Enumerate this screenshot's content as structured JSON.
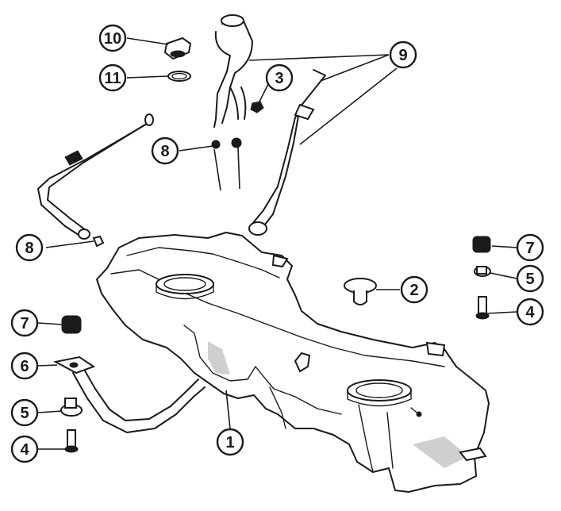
{
  "diagram": {
    "callouts": [
      {
        "id": "c10",
        "label": "10"
      },
      {
        "id": "c11",
        "label": "11"
      },
      {
        "id": "c9",
        "label": "9"
      },
      {
        "id": "c3",
        "label": "3"
      },
      {
        "id": "c8a",
        "label": "8"
      },
      {
        "id": "c8b",
        "label": "8"
      },
      {
        "id": "c7a",
        "label": "7"
      },
      {
        "id": "c5a",
        "label": "5"
      },
      {
        "id": "c2",
        "label": "2"
      },
      {
        "id": "c4a",
        "label": "4"
      },
      {
        "id": "c7b",
        "label": "7"
      },
      {
        "id": "c6",
        "label": "6"
      },
      {
        "id": "c5b",
        "label": "5"
      },
      {
        "id": "c4b",
        "label": "4"
      },
      {
        "id": "c1",
        "label": "1"
      }
    ]
  }
}
